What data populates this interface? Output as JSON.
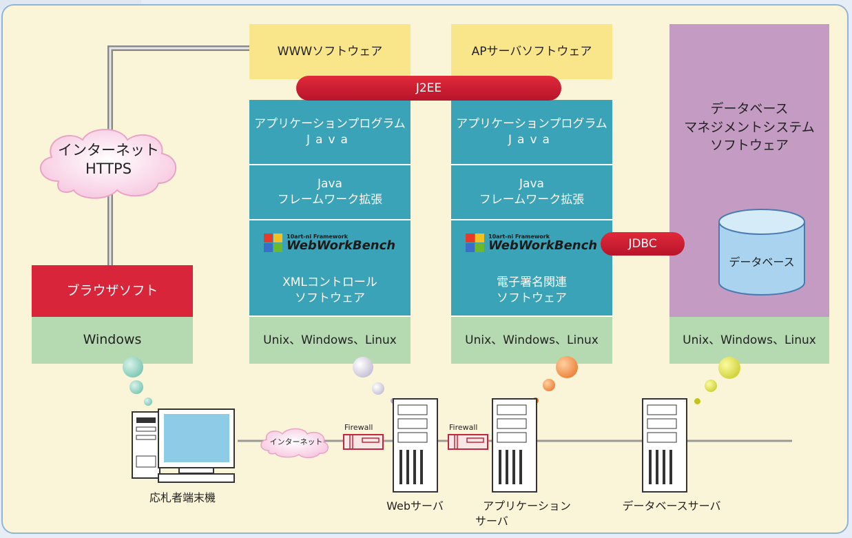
{
  "cloud_top": {
    "line1": "インターネット",
    "line2": "HTTPS"
  },
  "client_stack": {
    "browser": "ブラウザソフト",
    "os": "Windows"
  },
  "web_stack": {
    "top": "WWWソフトウェア",
    "app": {
      "line1": "アプリケーションプログラム",
      "line2": "Java"
    },
    "ext": {
      "line1": "Java",
      "line2": "フレームワーク拡張"
    },
    "framework": {
      "small": "10art-ni Framework",
      "big": "WebWorkBench"
    },
    "mid": {
      "line1": "XMLコントロール",
      "line2": "ソフトウェア"
    },
    "os": "Unix、Windows、Linux"
  },
  "ap_stack": {
    "top": "APサーバソフトウェア",
    "app": {
      "line1": "アプリケーションプログラム",
      "line2": "Java"
    },
    "ext": {
      "line1": "Java",
      "line2": "フレームワーク拡張"
    },
    "framework": {
      "small": "10art-ni Framework",
      "big": "WebWorkBench"
    },
    "mid": {
      "line1": "電子署名関連",
      "line2": "ソフトウェア"
    },
    "os": "Unix、Windows、Linux"
  },
  "j2ee": "J2EE",
  "jdbc": "JDBC",
  "db_stack": {
    "title": {
      "line1": "データベース",
      "line2": "マネジメントシステム",
      "line3": "ソフトウェア"
    },
    "cylinder": "データベース",
    "os": "Unix、Windows、Linux"
  },
  "network": {
    "internet_small": "インターネット",
    "firewall1": "Firewall",
    "firewall2": "Firewall"
  },
  "machines": {
    "client": "応札者端末機",
    "web": "Webサーバ",
    "app": {
      "line1": "アプリケーション",
      "line2": "サーバ"
    },
    "db": "データベースサーバ"
  },
  "colors": {
    "teal": "#3aa3b7",
    "red": "#d8253a",
    "yellow": "#f9e58a",
    "green": "#b5d9b0",
    "purple": "#c49bc3",
    "panel": "#faf5d9"
  }
}
